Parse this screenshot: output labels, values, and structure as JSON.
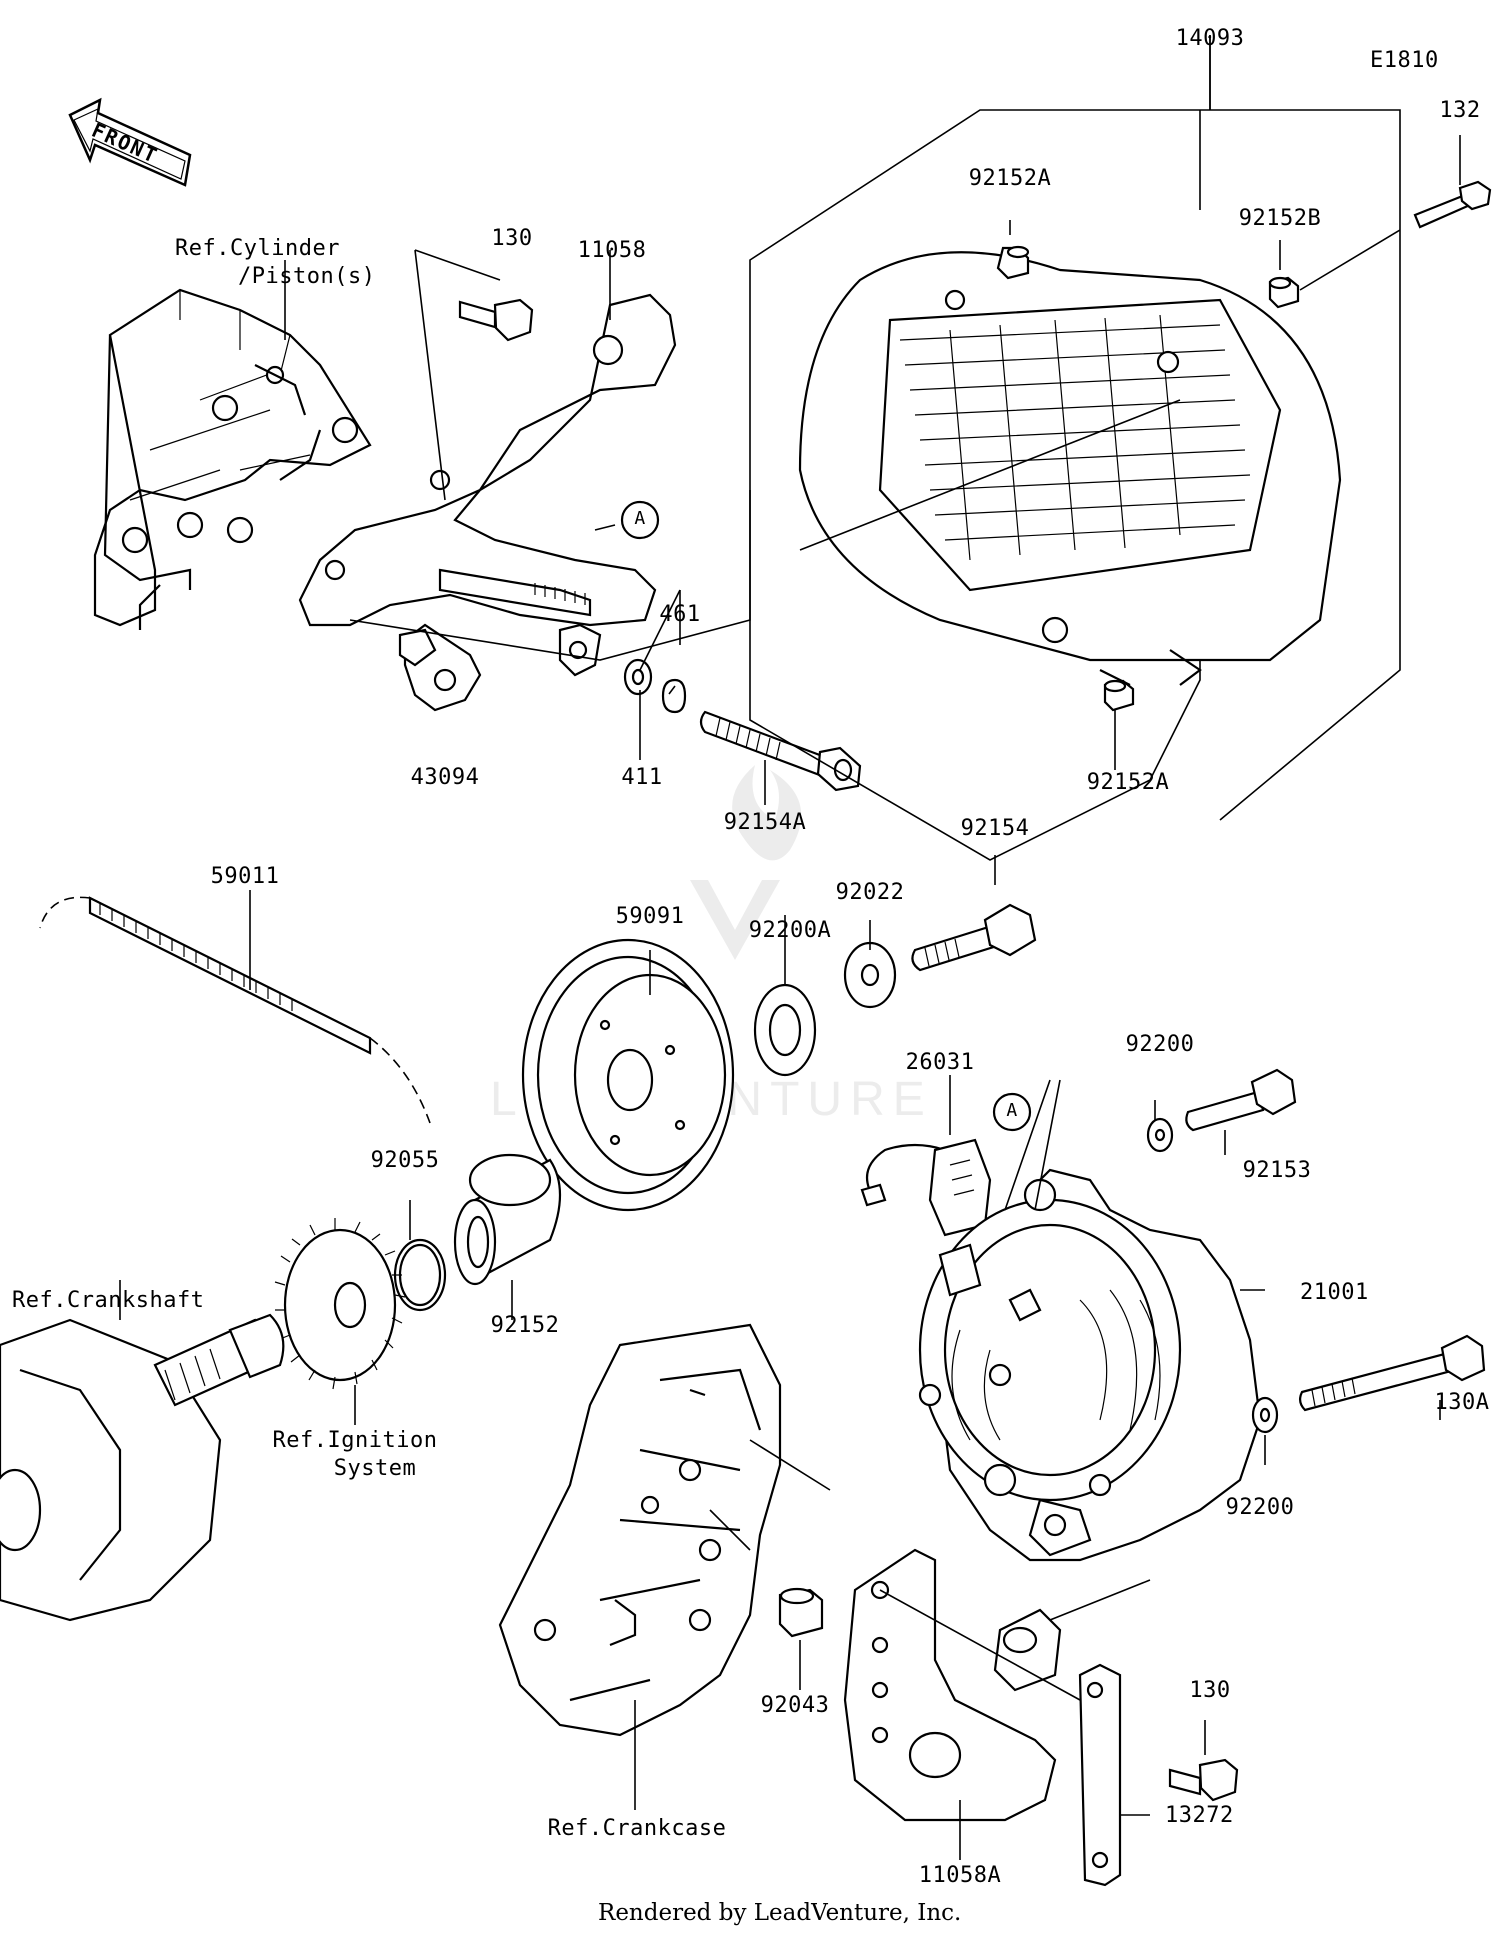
{
  "diagram_id": "E1810",
  "front_label": "FRONT",
  "footer": "Rendered by LeadVenture, Inc.",
  "watermark": "LEADVENTURE",
  "ref_labels": {
    "cylinder_line1": "Ref.Cylinder",
    "cylinder_line2": "/Piston(s)",
    "crankshaft": "Ref.Crankshaft",
    "ignition_line1": "Ref.Ignition",
    "ignition_line2": "System",
    "crankcase": "Ref.Crankcase"
  },
  "callouts": {
    "a_top": "A",
    "a_mid": "A"
  },
  "parts": {
    "p14093": "14093",
    "p132": "132",
    "p92152A_top": "92152A",
    "p92152B": "92152B",
    "p130_top": "130",
    "p11058": "11058",
    "p461": "461",
    "p43094": "43094",
    "p411": "411",
    "p92154A": "92154A",
    "p92152A_bottom": "92152A",
    "p92154": "92154",
    "p59011": "59011",
    "p92022": "92022",
    "p59091": "59091",
    "p92200A": "92200A",
    "p26031": "26031",
    "p92200_top": "92200",
    "p92153": "92153",
    "p92055": "92055",
    "p21001": "21001",
    "p92152": "92152",
    "p130A": "130A",
    "p92200_bottom": "92200",
    "p92043": "92043",
    "p130_bottom": "130",
    "p13272": "13272",
    "p11058A": "11058A"
  }
}
